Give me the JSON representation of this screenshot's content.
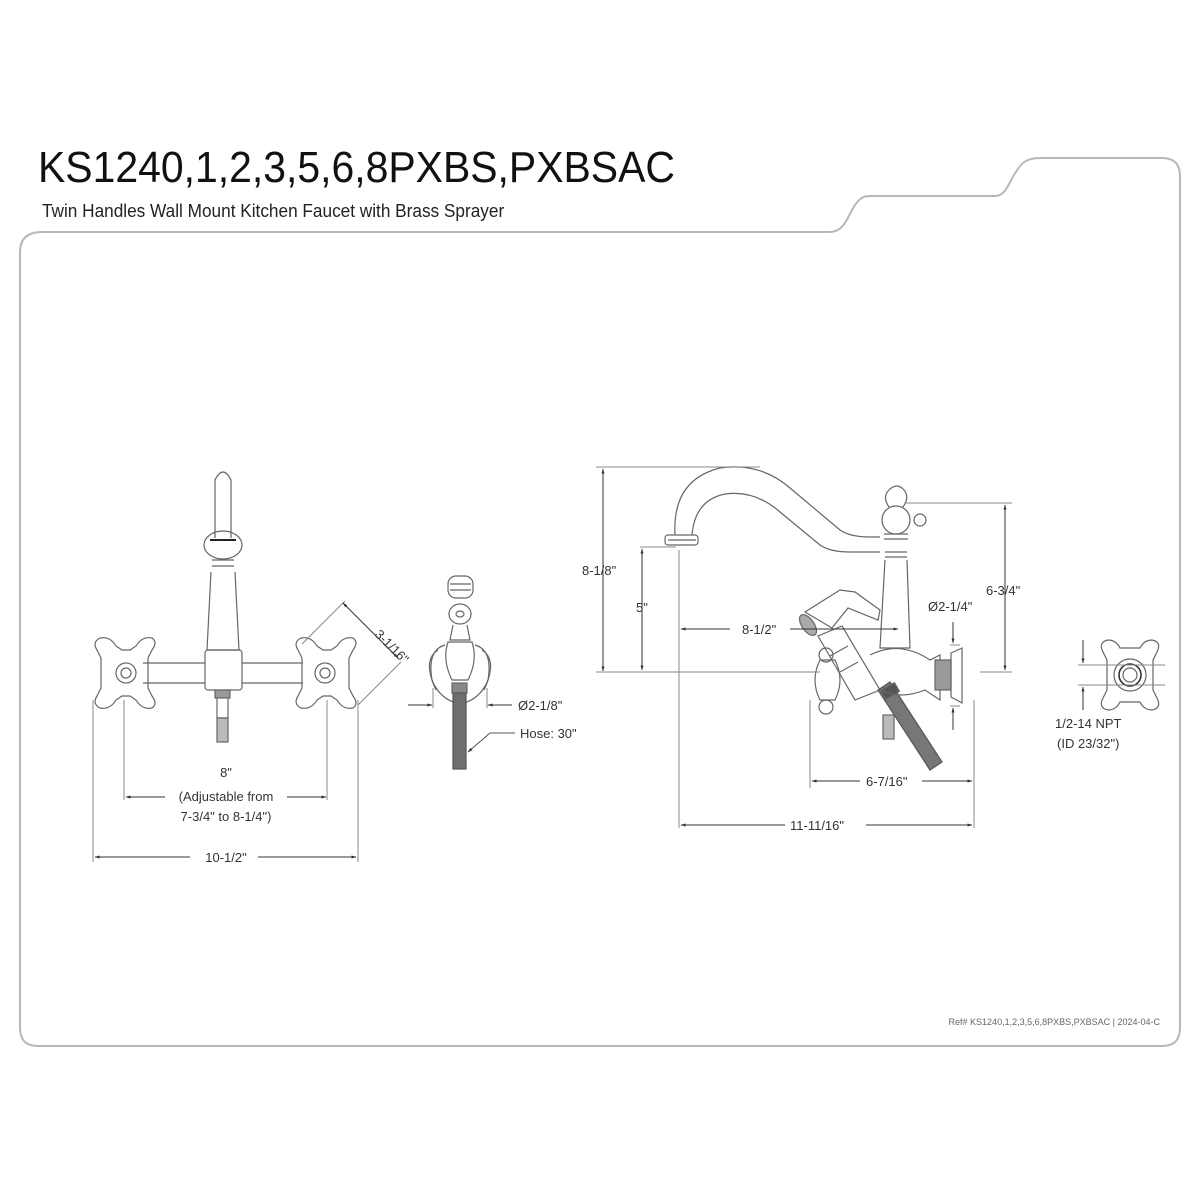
{
  "header": {
    "model": "KS1240,1,2,3,5,6,8PXBS,PXBSAC",
    "description": "Twin Handles Wall Mount Kitchen Faucet with Brass Sprayer"
  },
  "front_view": {
    "handle_diagonal": "3-1/16\"",
    "center_spacing": "8\"",
    "adjustable_note_line1": "(Adjustable from",
    "adjustable_note_line2": "7-3/4\" to 8-1/4\")",
    "overall_width": "10-1/2\""
  },
  "sprayer_view": {
    "diameter": "Ø2-1/8\"",
    "hose": "Hose: 30\""
  },
  "side_view": {
    "overall_height": "8-1/8\"",
    "spout_height": "5\"",
    "spout_reach": "8-1/2\"",
    "handle_height": "6-3/4\"",
    "flange_diameter": "Ø2-1/4\"",
    "sprayer_depth": "6-7/16\"",
    "overall_depth": "11-11/16\""
  },
  "inlet_view": {
    "thread_line1": "1/2-14 NPT",
    "thread_line2": "(ID 23/32\")"
  },
  "footer": {
    "reference": "Ref# KS1240,1,2,3,5,6,8PXBS,PXBSAC | 2024-04-C"
  },
  "colors": {
    "line": "#555555",
    "frame": "#b5b5b5",
    "text": "#1a1a1a",
    "hose": "#6a6a6a"
  }
}
